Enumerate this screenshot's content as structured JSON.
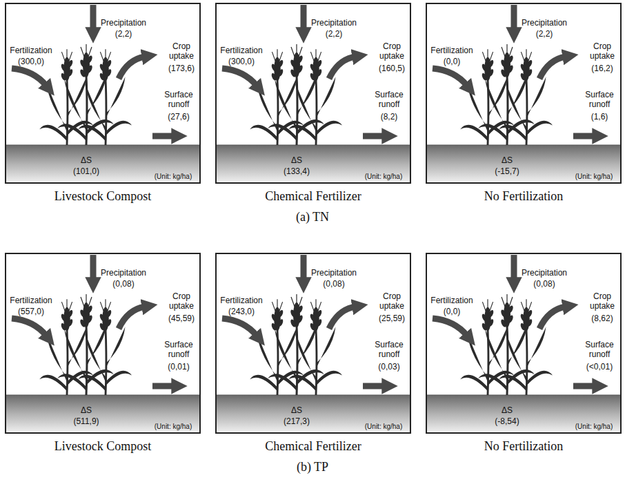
{
  "diagram": {
    "nodes": [
      {
        "text": [
          "Livestock Compost"
        ]
      },
      {
        "text": [
          "Chemical Fertilizer"
        ]
      },
      {
        "text": [
          "No Fertilization"
        ]
      },
      {
        "text": [
          "Livestock Compost"
        ]
      },
      {
        "text": [
          "Chemical Fertilizer"
        ]
      },
      {
        "text": [
          "No Fertilization"
        ]
      }
    ],
    "labels": [
      "Fertilization",
      "(300,0)",
      "Precipitation",
      "(2,2)",
      "Crop uptake",
      "(173,6)",
      "Surface runoff",
      "(27,6)",
      "ΔS",
      "(101,0)",
      "(Unit: kg/ha)",
      "Fertilization",
      "(300,0)",
      "Precipitation",
      "(2,2)",
      "Crop uptake",
      "(160,5)",
      "Surface runoff",
      "(8,2)",
      "ΔS",
      "(133,4)",
      "(Unit: kg/ha)",
      "Fertilization",
      "(0,0)",
      "Precipitation",
      "(2,2)",
      "Crop uptake",
      "(16,2)",
      "Surface runoff",
      "(1,6)",
      "ΔS",
      "(-15,7)",
      "(Unit: kg/ha)",
      "(a) TN",
      "Fertilization",
      "(557,0)",
      "Precipitation",
      "(0,08)",
      "Crop uptake",
      "(45,59)",
      "Surface runoff",
      "(0,01)",
      "ΔS",
      "(511,9)",
      "(Unit: kg/ha)",
      "Fertilization",
      "(243,0)",
      "Precipitation",
      "(0,08)",
      "Crop uptake",
      "(25,59)",
      "Surface runoff",
      "(0,03)",
      "ΔS",
      "(217,3)",
      "(Unit: kg/ha)",
      "Fertilization",
      "(0,0)",
      "Precipitation",
      "(0,08)",
      "Crop uptake",
      "(8,62)",
      "Surface runoff",
      "(<0,01)",
      "ΔS",
      "(-8,54)",
      "(Unit: kg/ha)",
      "(b) TP"
    ]
  }
}
